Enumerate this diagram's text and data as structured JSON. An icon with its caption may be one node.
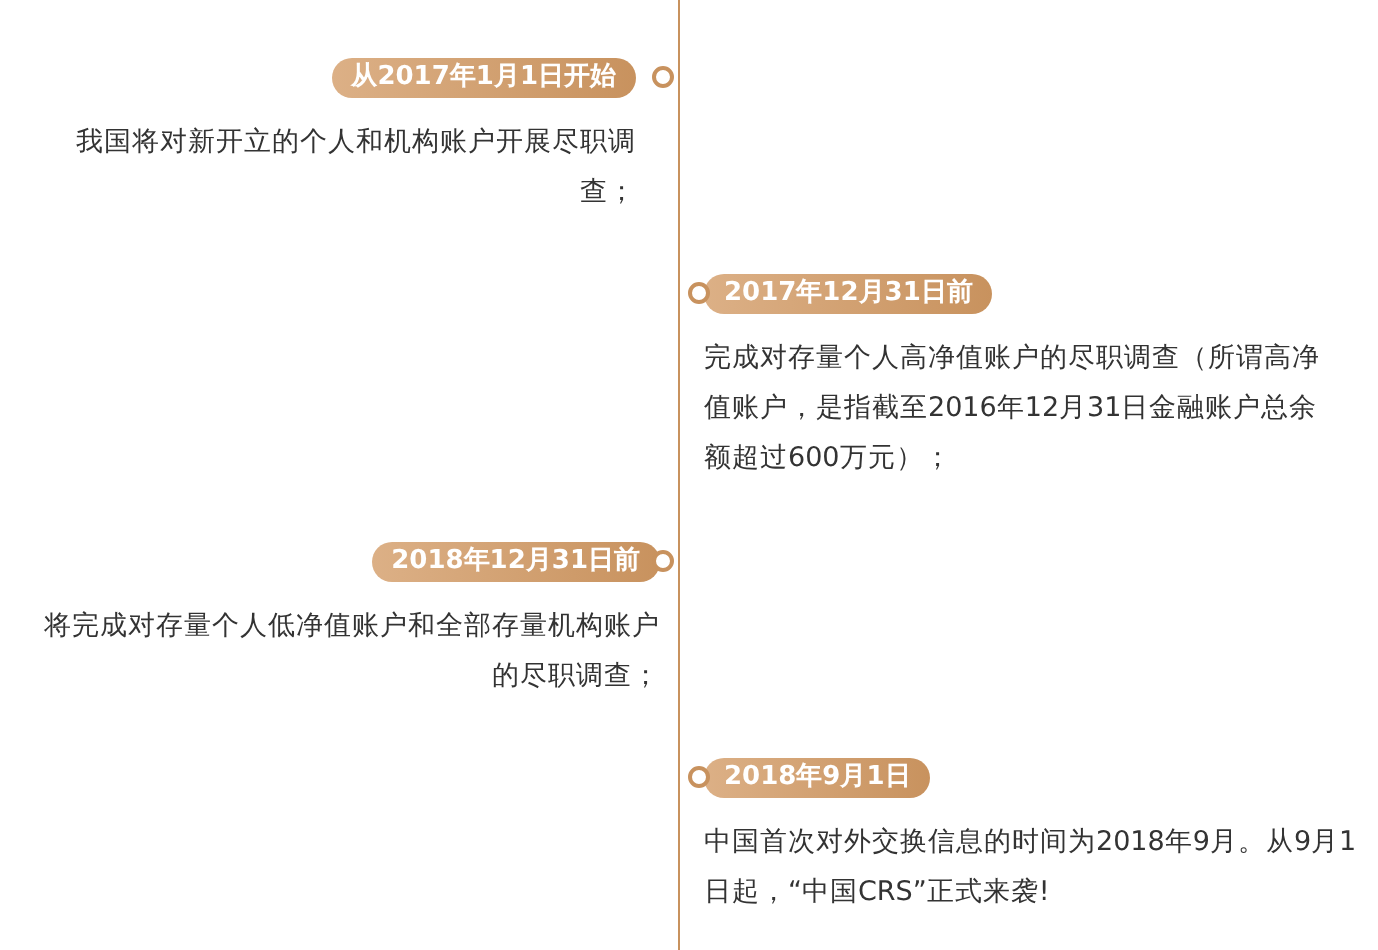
{
  "diagram": {
    "nodes": [
      {
        "text": [
          "从2017年1月1日开始",
          "我国将对新开立的个人和机构账户开展尽职调查；"
        ]
      },
      {
        "text": [
          "2017年12月31日前",
          "完成对存量个人高净值账户的尽职调查（所谓高净值账户，是指截至2016年12月31日金融账户总余额超过600万元）；"
        ]
      },
      {
        "text": [
          "2018年12月31日前",
          "将完成对存量个人低净值账户和全部存量机构账户的尽职调查；"
        ]
      },
      {
        "text": [
          "2018年9月1日",
          "中国首次对外交换信息的时间为2018年9月。从9月1日起，“中国CRS”正式来袭!"
        ]
      }
    ],
    "edges": []
  }
}
